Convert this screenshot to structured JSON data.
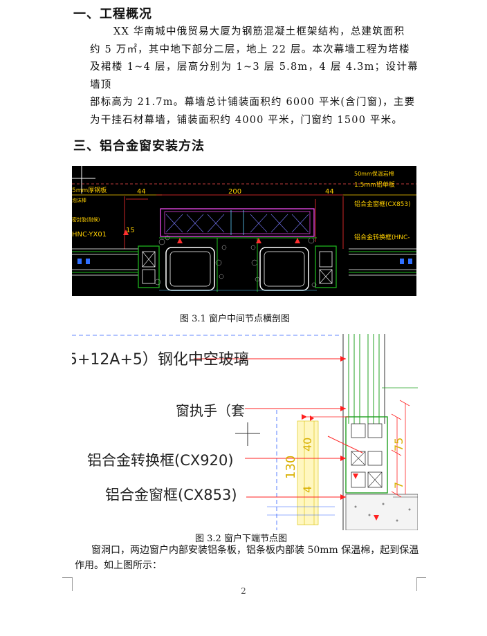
{
  "section1": {
    "heading": "一、工程概况",
    "lines": [
      "XX 华南城中俄贸易大厦为钢筋混凝土框架结构，总建筑面积",
      "约 5 万㎡，其中地下部分二层，地上 22 层。本次幕墙工程为塔楼",
      "及裙楼 1~4 层，层高分别为 1~3 层 5.8m，4 层 4.3m；设计幕墙顶",
      "部标高为 21.7m。幕墙总计铺装面积约 6000 平米(含门窗)，主要",
      "为干挂石材幕墙，铺装面积约 4000 平米，门窗约 1500 平米。"
    ]
  },
  "section3": {
    "heading": "三、铝合金窗安装方法"
  },
  "figure1": {
    "caption": "图 3.1 窗户中间节点横剖图",
    "labels": {
      "top_left": "5mm厚钢板",
      "top_left2": "泡沫棒",
      "left_mid": "密封胶(耐候)",
      "left_code": "HNC-YX01",
      "dim_44_left": "44",
      "dim_200": "200",
      "dim_44_right": "44",
      "dim_15": "15",
      "right_top": "50mm保温岩棉",
      "right_2": "1.5mm铝单板",
      "right_3": "铝合金窗框(CX853)",
      "right_4": "铝合金转换框(HNC-"
    }
  },
  "figure2": {
    "caption": "图 3.2 窗户下端节点图",
    "labels": {
      "glass": "5+12A+5）钢化中空玻璃",
      "handle": "窗执手（套",
      "conv_frame": "铝合金转换框(CX920)",
      "win_frame": "铝合金窗框(CX853)",
      "dims": [
        "130",
        "40",
        "4",
        "75",
        "7"
      ]
    }
  },
  "paragraph2": {
    "line1": "窗洞口，两边窗户内部安装铝条板，铝条板内部装 50mm 保温棉，起到保温",
    "line2": "作用。如上图所示："
  },
  "page_number": "2",
  "colors": {
    "cad_bg": "#000000",
    "cad_red": "#ff2020",
    "cad_green": "#20c020",
    "cad_yellow": "#ffd000",
    "cad_white": "#ffffff",
    "cad_magenta": "#ff50ff"
  }
}
